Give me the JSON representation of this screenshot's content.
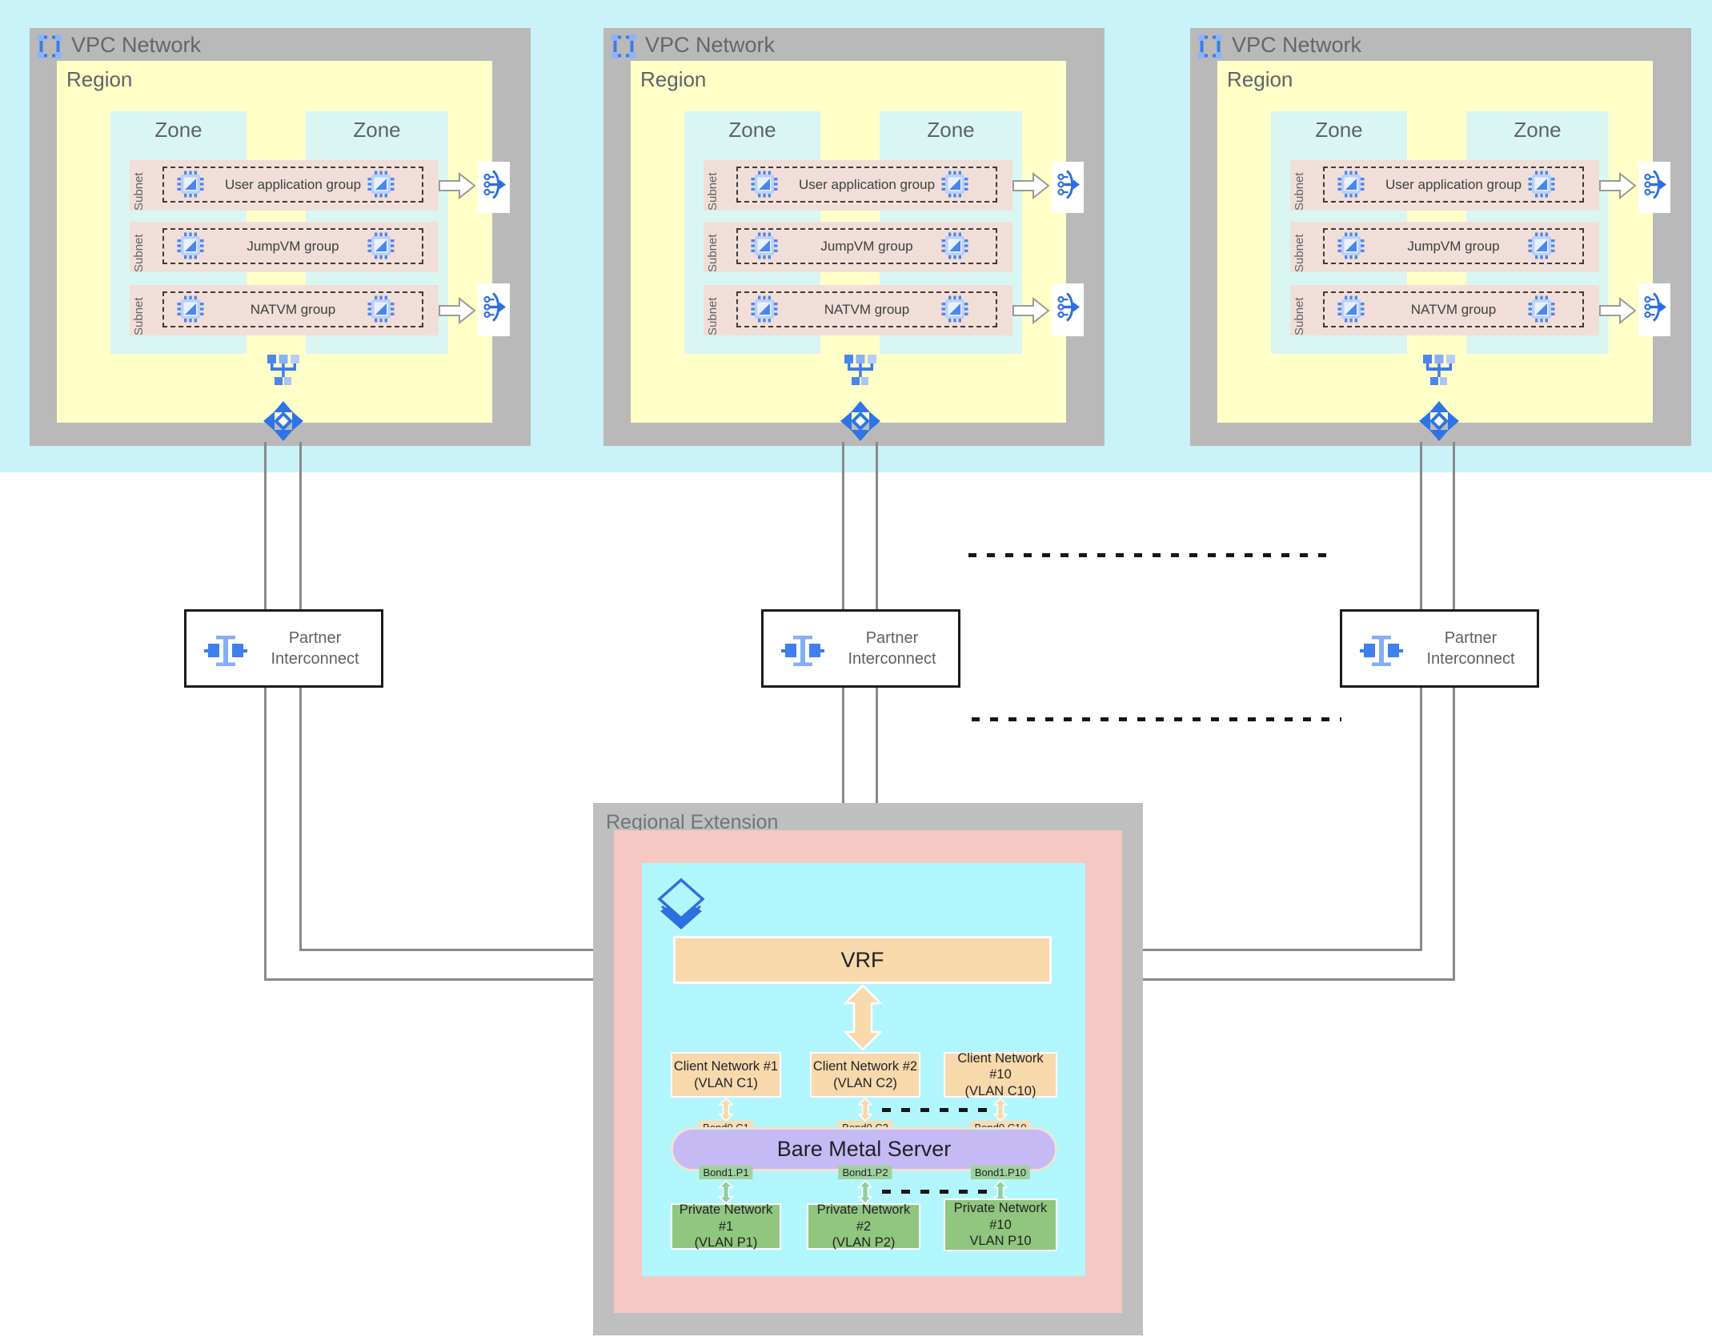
{
  "colors": {
    "top_band": "#c9f3f8",
    "vpc_box_gray": "#b9b9b9",
    "region_yellow": "#ffffc8",
    "zone_cyan": "#d9f6f3",
    "subnet_pink": "#f2ded8",
    "icon_blue": "#2e6fe0",
    "icon_blue_light": "#8db3f7",
    "connector_gray": "#8a8a8a",
    "re_gray": "#bfbfbf",
    "re_pink": "#f5c8c4",
    "re_cyan": "#b2f6fd",
    "orange": "#f8d9ab",
    "bms_purple": "#c6baf4",
    "green_box": "#90c67e",
    "green_tag": "#9fd19d"
  },
  "vpc": {
    "title": "VPC Network",
    "region_label": "Region",
    "zone_label": "Zone",
    "subnet_label": "Subnet",
    "groups": [
      "User application group",
      "JumpVM group",
      "NATVM group"
    ]
  },
  "partner_interconnect": {
    "line1": "Partner",
    "line2": "Interconnect"
  },
  "regional_extension": {
    "title": "Regional Extension",
    "vrf_label": "VRF",
    "bare_metal_label": "Bare Metal Server",
    "client_networks": [
      [
        "Client Network #1",
        "(VLAN C1)"
      ],
      [
        "Client Network #2",
        "(VLAN C2)"
      ],
      [
        "Client Network #10",
        "(VLAN C10)"
      ]
    ],
    "bond0_labels": [
      "Bond0.C1",
      "Bond0.C2",
      "Bond0.C10"
    ],
    "bond1_labels": [
      "Bond1.P1",
      "Bond1.P2",
      "Bond1.P10"
    ],
    "private_networks": [
      [
        "Private Network #1",
        "(VLAN P1)"
      ],
      [
        "Private Network #2",
        "(VLAN P2)"
      ],
      [
        "Private Network",
        "#10",
        "VLAN P10"
      ]
    ]
  }
}
